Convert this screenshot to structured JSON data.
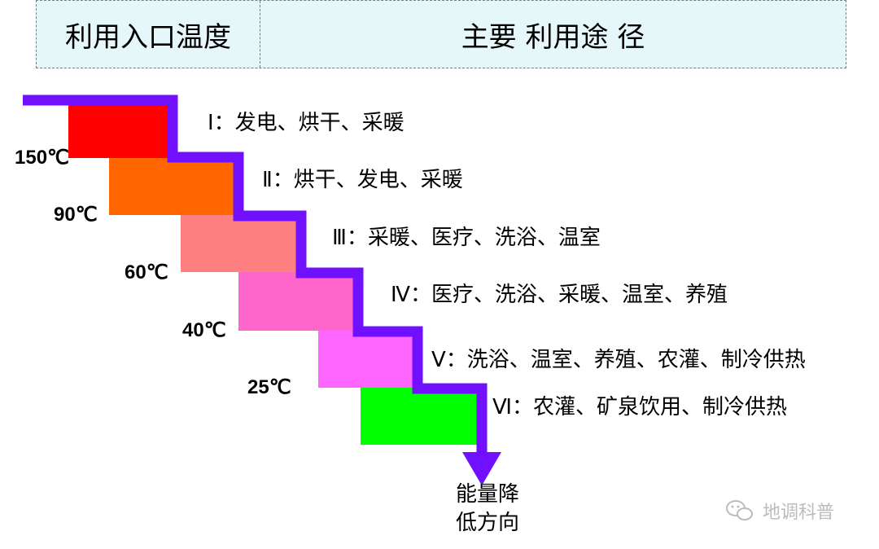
{
  "header": {
    "col1_label": "利用入口温度",
    "col2_label": "主要 利用途 径"
  },
  "stages": [
    {
      "usage": "Ⅰ：发电、烘干、采暖",
      "color": "#ff0000"
    },
    {
      "usage": "Ⅱ：烘干、发电、采暖",
      "color": "#ff6600"
    },
    {
      "usage": "Ⅲ：采暖、医疗、洗浴、温室",
      "color": "#ff8080"
    },
    {
      "usage": "Ⅳ：医疗、洗浴、采暖、温室、养殖",
      "color": "#ff66cc"
    },
    {
      "usage": "Ⅴ：洗浴、温室、养殖、农灌、制冷供热",
      "color": "#ff66ff"
    },
    {
      "usage": "Ⅵ：农灌、矿泉饮用、制冷供热",
      "color": "#00ff00"
    }
  ],
  "temperatures": [
    "150℃",
    "90℃",
    "60℃",
    "40℃",
    "25℃"
  ],
  "energy_direction": {
    "line1": "能量降",
    "line2": "低方向"
  },
  "arrow_color": "#7010ff",
  "watermark": "地调科普"
}
